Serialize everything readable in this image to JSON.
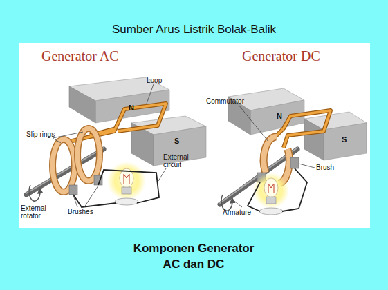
{
  "diagram": {
    "title": "Sumber Arus Listrik Bolak-Balik",
    "caption": "Komponen Generator AC dan DC",
    "labels": [
      "Generator AC",
      "Loop",
      "N",
      "S",
      "Slip rings",
      "External rotator",
      "Brushes",
      "External circuit",
      "Generator DC",
      "Commutator",
      "N",
      "S",
      "Brush",
      "Armature"
    ]
  }
}
